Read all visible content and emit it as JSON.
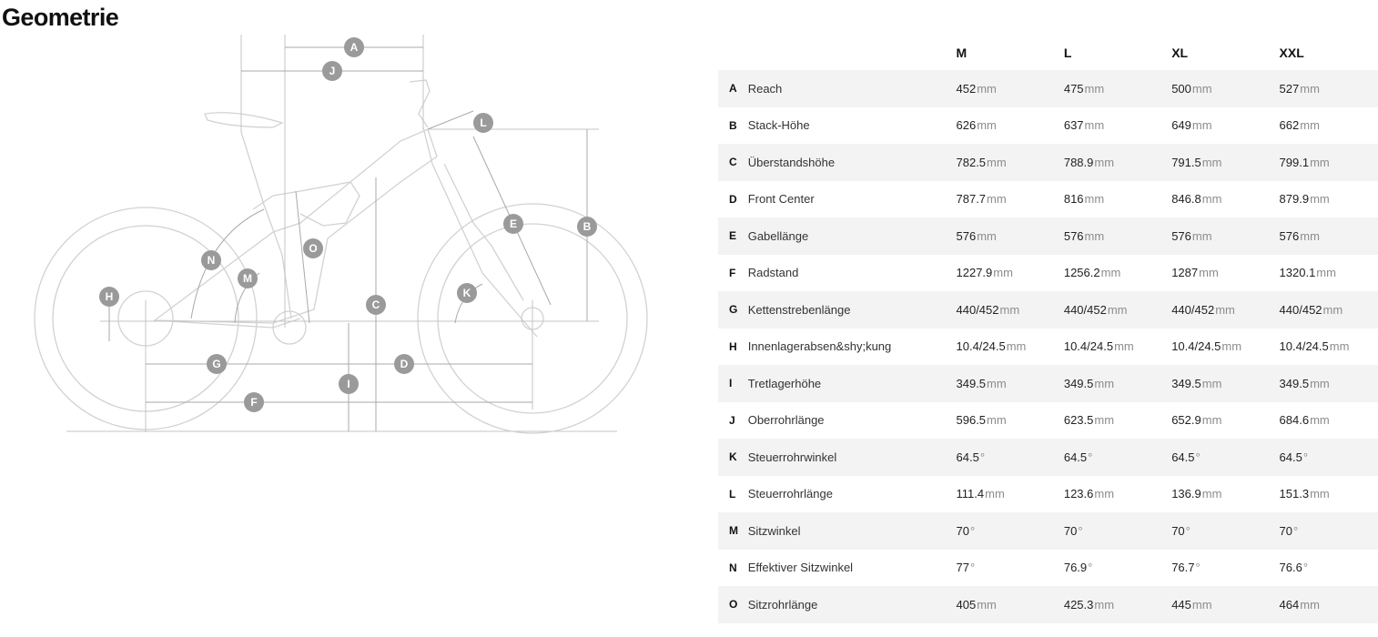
{
  "page": {
    "title": "Geometrie"
  },
  "diagram_labels": {
    "A": "A",
    "B": "B",
    "C": "C",
    "D": "D",
    "E": "E",
    "F": "F",
    "G": "G",
    "H": "H",
    "I": "I",
    "J": "J",
    "K": "K",
    "L": "L",
    "M": "M",
    "N": "N",
    "O": "O"
  },
  "table": {
    "sizes": [
      "M",
      "L",
      "XL",
      "XXL"
    ],
    "rows": [
      {
        "code": "A",
        "name": "Reach",
        "values": [
          "452",
          "475",
          "500",
          "527"
        ],
        "unit": "mm"
      },
      {
        "code": "B",
        "name": "Stack-Höhe",
        "values": [
          "626",
          "637",
          "649",
          "662"
        ],
        "unit": "mm"
      },
      {
        "code": "C",
        "name": "Überstandshöhe",
        "values": [
          "782.5",
          "788.9",
          "791.5",
          "799.1"
        ],
        "unit": "mm"
      },
      {
        "code": "D",
        "name": "Front Center",
        "values": [
          "787.7",
          "816",
          "846.8",
          "879.9"
        ],
        "unit": "mm"
      },
      {
        "code": "E",
        "name": "Gabellänge",
        "values": [
          "576",
          "576",
          "576",
          "576"
        ],
        "unit": "mm"
      },
      {
        "code": "F",
        "name": "Radstand",
        "values": [
          "1227.9",
          "1256.2",
          "1287",
          "1320.1"
        ],
        "unit": "mm"
      },
      {
        "code": "G",
        "name": "Kettenstrebenlänge",
        "values": [
          "440/452",
          "440/452",
          "440/452",
          "440/452"
        ],
        "unit": "mm"
      },
      {
        "code": "H",
        "name": "Innenlagerabsen&shy;kung",
        "values": [
          "10.4/24.5",
          "10.4/24.5",
          "10.4/24.5",
          "10.4/24.5"
        ],
        "unit": "mm"
      },
      {
        "code": "I",
        "name": "Tretlagerhöhe",
        "values": [
          "349.5",
          "349.5",
          "349.5",
          "349.5"
        ],
        "unit": "mm"
      },
      {
        "code": "J",
        "name": "Oberrohrlänge",
        "values": [
          "596.5",
          "623.5",
          "652.9",
          "684.6"
        ],
        "unit": "mm"
      },
      {
        "code": "K",
        "name": "Steuerrohrwinkel",
        "values": [
          "64.5",
          "64.5",
          "64.5",
          "64.5"
        ],
        "unit": "°"
      },
      {
        "code": "L",
        "name": "Steuerrohrlänge",
        "values": [
          "111.4",
          "123.6",
          "136.9",
          "151.3"
        ],
        "unit": "mm"
      },
      {
        "code": "M",
        "name": "Sitzwinkel",
        "values": [
          "70",
          "70",
          "70",
          "70"
        ],
        "unit": "°"
      },
      {
        "code": "N",
        "name": "Effektiver Sitzwinkel",
        "values": [
          "77",
          "76.9",
          "76.7",
          "76.6"
        ],
        "unit": "°"
      },
      {
        "code": "O",
        "name": "Sitzrohrlänge",
        "values": [
          "405",
          "425.3",
          "445",
          "464"
        ],
        "unit": "mm"
      }
    ]
  }
}
